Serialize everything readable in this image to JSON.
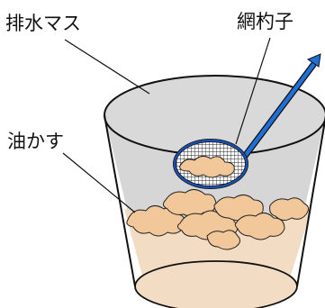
{
  "labels": {
    "drain_basin": "排水マス",
    "mesh_ladle": "網杓子",
    "oil_scum": "油かす"
  },
  "colors": {
    "basin_fill": "#d9d9d9",
    "basin_outline": "#111111",
    "water": "#f2dcc3",
    "scum": "#f2c79a",
    "ladle_handle": "#1f6fd6",
    "ladle_rim": "#1b4fb0",
    "mesh": "#222222"
  }
}
